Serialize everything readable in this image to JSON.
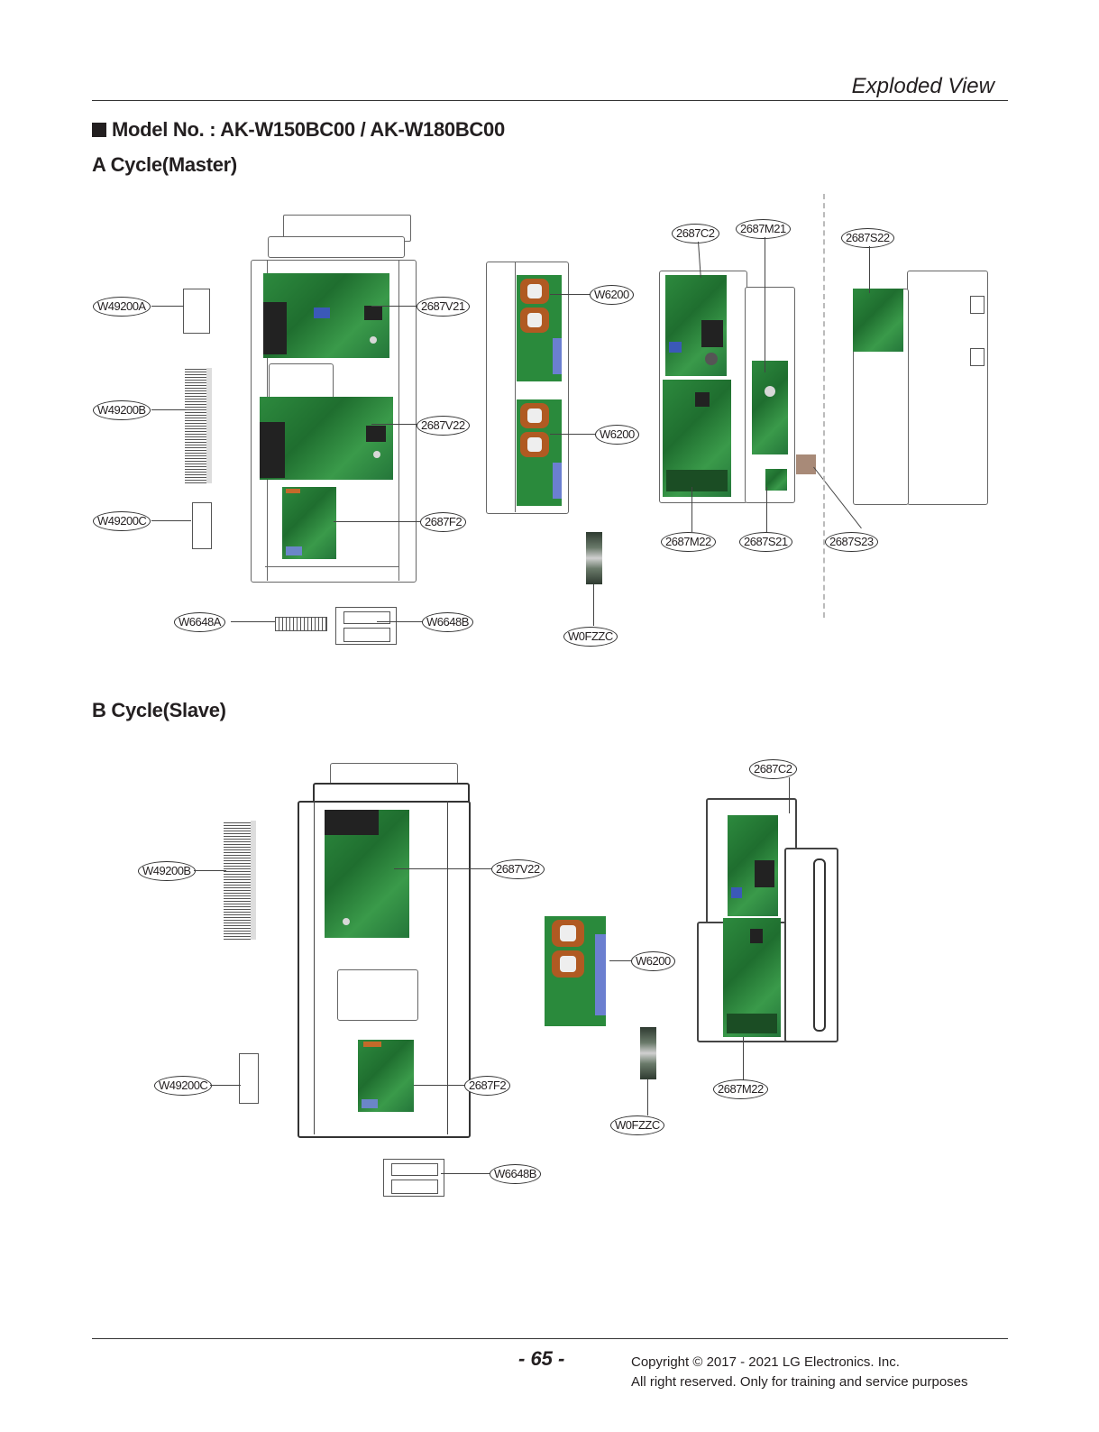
{
  "header": {
    "section_title": "Exploded View"
  },
  "model": {
    "label": "Model No. : AK-W150BC00 / AK-W180BC00"
  },
  "a_cycle": {
    "title": "A Cycle(Master)",
    "callouts": {
      "w49200a": "W49200A",
      "w49200b": "W49200B",
      "w49200c": "W49200C",
      "v21": "2687V21",
      "v22": "2687V22",
      "f2": "2687F2",
      "w6200_1": "W6200",
      "w6200_2": "W6200",
      "c2": "2687C2",
      "m21": "2687M21",
      "s22": "2687S22",
      "m22": "2687M22",
      "s21": "2687S21",
      "s23": "2687S23",
      "w6648a": "W6648A",
      "w6648b": "W6648B",
      "w0fzzc": "W0FZZC"
    }
  },
  "b_cycle": {
    "title": "B Cycle(Slave)",
    "callouts": {
      "c2": "2687C2",
      "w49200b": "W49200B",
      "v22": "2687V22",
      "w6200": "W6200",
      "w49200c": "W49200C",
      "f2": "2687F2",
      "m22": "2687M22",
      "w0fzzc": "W0FZZC",
      "w6648b": "W6648B"
    }
  },
  "footer": {
    "page_number": "- 65 -",
    "copyright_line1": "Copyright © 2017 - 2021 LG Electronics. Inc.",
    "copyright_line2": "All right reserved. Only for training and service purposes"
  }
}
